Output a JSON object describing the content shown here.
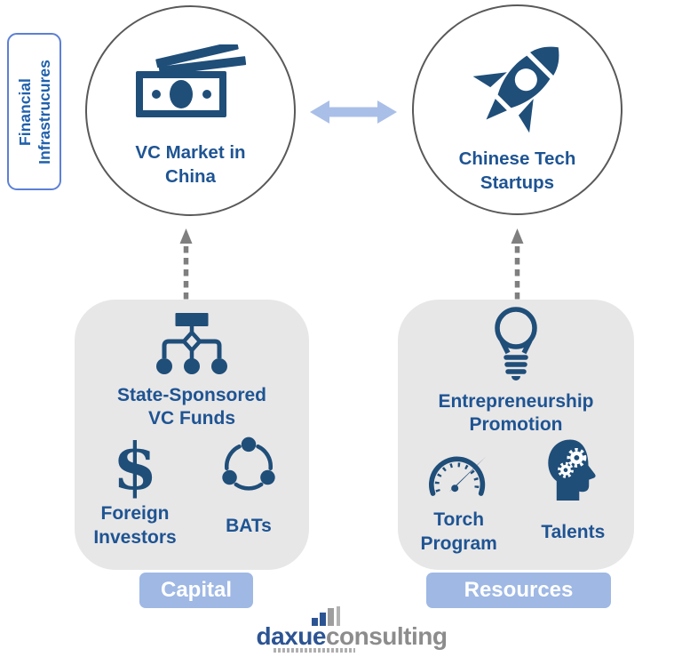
{
  "colors": {
    "navy": "#1F4E79",
    "text_blue": "#1E5493",
    "label_text": "#2060AC",
    "label_border": "#5C80D6",
    "panel_bg": "#E8E7E7",
    "badge_bg": "#9FB8E4",
    "badge_text": "#FFFFFF",
    "arrow_blue": "#A9BFE8",
    "dash_gray": "#7F7F7F",
    "circle_border": "#595959",
    "logo_blue": "#2C5493",
    "logo_gray": "#8C8C8C"
  },
  "side_label": {
    "lines": [
      "Financial",
      "Infrastrucures"
    ]
  },
  "circles": {
    "left": {
      "icon": "money-bills-icon",
      "lines": [
        "VC Market in",
        "China"
      ]
    },
    "right": {
      "icon": "rocket-icon",
      "lines": [
        "Chinese Tech",
        "Startups"
      ]
    }
  },
  "connectors": {
    "horizontal": "double-headed-arrow",
    "vertical_left": "dashed-up-arrow",
    "vertical_right": "dashed-up-arrow"
  },
  "panels": {
    "capital": {
      "icon": "org-chart-icon",
      "heading_lines": [
        "State-Sponsored",
        "VC Funds"
      ],
      "items": [
        {
          "icon": "dollar-icon",
          "glyph": "$",
          "lines": [
            "Foreign",
            "Investors"
          ]
        },
        {
          "icon": "share-network-icon",
          "lines": [
            "BATs"
          ]
        }
      ],
      "badge": "Capital"
    },
    "resources": {
      "icon": "lightbulb-icon",
      "heading_lines": [
        "Entrepreneurship",
        "Promotion"
      ],
      "items": [
        {
          "icon": "gauge-icon",
          "lines": [
            "Torch",
            "Program"
          ]
        },
        {
          "icon": "head-gears-icon",
          "lines": [
            "Talents"
          ]
        }
      ],
      "badge": "Resources"
    }
  },
  "logo": {
    "part1": "daxue",
    "part2": "consulting"
  }
}
